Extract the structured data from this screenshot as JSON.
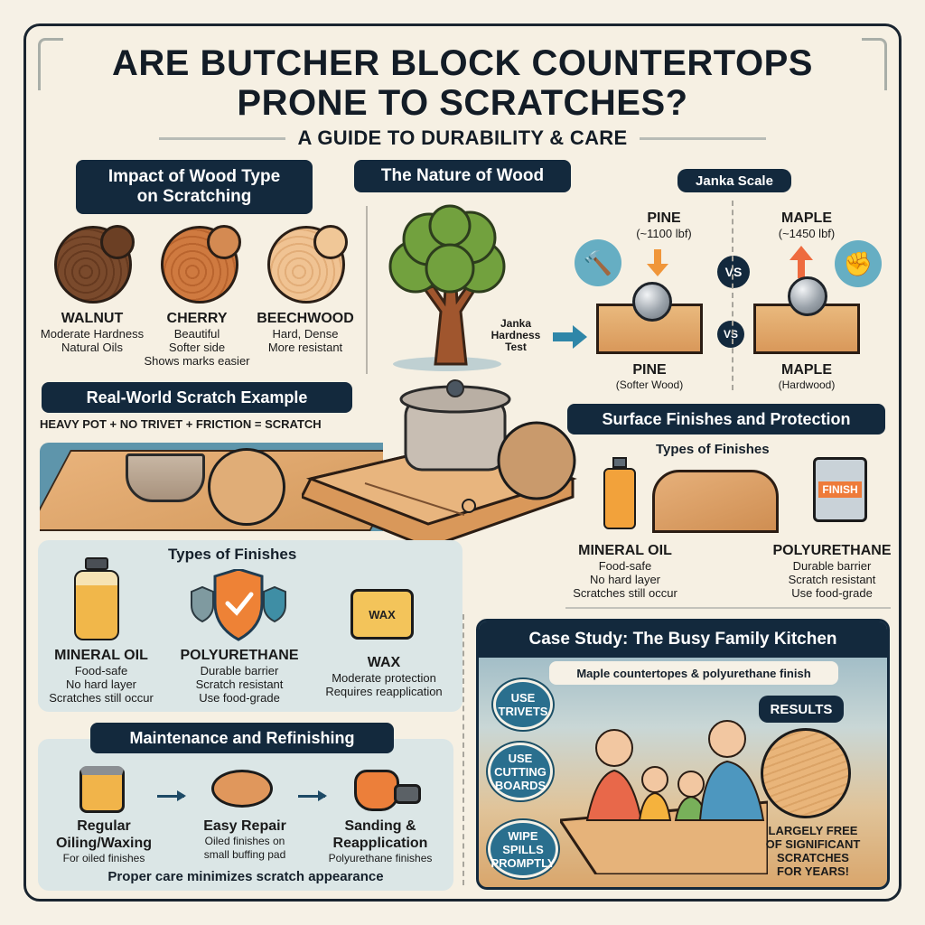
{
  "header": {
    "title_line1": "ARE BUTCHER BLOCK COUNTERTOPS",
    "title_line2": "PRONE TO SCRATCHES?",
    "subtitle": "A GUIDE TO DURABILITY & CARE"
  },
  "wood_type": {
    "heading_line1": "Impact of Wood Type",
    "heading_line2": "on Scratching",
    "woods": [
      {
        "name": "WALNUT",
        "line1": "Moderate Hardness",
        "line2": "Natural Oils",
        "line3": "",
        "color": "#7a4a2c"
      },
      {
        "name": "CHERRY",
        "line1": "Beautiful",
        "line2": "Softer side",
        "line3": "Shows marks easier",
        "color": "#c8743c"
      },
      {
        "name": "BEECHWOOD",
        "line1": "Hard, Dense",
        "line2": "More resistant",
        "line3": "",
        "color": "#ecbd8a"
      }
    ]
  },
  "nature_of_wood": {
    "heading": "The Nature of Wood",
    "tree_label_line1": "Janka",
    "tree_label_line2": "Hardness",
    "tree_label_line3": "Test"
  },
  "janka": {
    "heading": "Janka Scale",
    "vs_label": "VS",
    "left": {
      "name": "PINE",
      "value": "(~1100 lbf)",
      "bottom_name": "PINE",
      "bottom_desc": "(Softer Wood)",
      "icon": "hammer-icon"
    },
    "right": {
      "name": "MAPLE",
      "value": "(~1450 lbf)",
      "bottom_name": "MAPLE",
      "bottom_desc": "(Hardwood)",
      "icon": "fist-icon"
    }
  },
  "scratch_example": {
    "heading": "Real-World Scratch Example",
    "equation": "HEAVY POT + NO TRIVET + FRICTION = SCRATCH"
  },
  "surface_finishes": {
    "heading": "Surface Finishes and Protection",
    "subheading": "Types of Finishes",
    "can_label": "FINISH",
    "items": [
      {
        "name": "MINERAL OIL",
        "line1": "Food-safe",
        "line2": "No hard layer",
        "line3": "Scratches still occur"
      },
      {
        "name": "POLYURETHANE",
        "line1": "Durable barrier",
        "line2": "Scratch resistant",
        "line3": "Use food-grade"
      }
    ]
  },
  "finishes_panel": {
    "heading": "Types of Finishes",
    "items": [
      {
        "name": "MINERAL OIL",
        "line1": "Food-safe",
        "line2": "No hard layer",
        "line3": "Scratches still occur"
      },
      {
        "name": "POLYURETHANE",
        "line1": "Durable barrier",
        "line2": "Scratch resistant",
        "line3": "Use food-grade"
      },
      {
        "name": "WAX",
        "line1": "Moderate protection",
        "line2": "Requires reapplication",
        "line3": ""
      }
    ],
    "wax_label": "WAX"
  },
  "maintenance": {
    "heading": "Maintenance and Refinishing",
    "steps": [
      {
        "title_line1": "Regular",
        "title_line2": "Oiling/Waxing",
        "desc_line1": "For oiled finishes",
        "desc_line2": ""
      },
      {
        "title_line1": "Easy Repair",
        "title_line2": "",
        "desc_line1": "Oiled finishes on",
        "desc_line2": "small buffing pad"
      },
      {
        "title_line1": "Sanding &",
        "title_line2": "Reapplication",
        "desc_line1": "Polyurethane finishes",
        "desc_line2": ""
      }
    ],
    "footer": "Proper care minimizes scratch appearance"
  },
  "case_study": {
    "heading": "Case Study: The Busy Family Kitchen",
    "caption": "Maple countertopes & polyurethane finish",
    "tips": [
      {
        "line1": "USE",
        "line2": "TRIVETS",
        "line3": ""
      },
      {
        "line1": "USE",
        "line2": "CUTTING",
        "line3": "BOARDS"
      },
      {
        "line1": "WIPE",
        "line2": "SPILLS",
        "line3": "PROMPTLY"
      }
    ],
    "results_label": "RESULTS",
    "results_line1": "LARGELY FREE",
    "results_line2": "OF SIGNIFICANT",
    "results_line3": "SCRATCHES",
    "results_line4": "FOR YEARS!"
  },
  "colors": {
    "navy": "#13293d",
    "background": "#f6f1e6",
    "panel": "#dbe6e6",
    "accent_teal": "#2a6f8e",
    "accent_orange": "#e8892f"
  }
}
